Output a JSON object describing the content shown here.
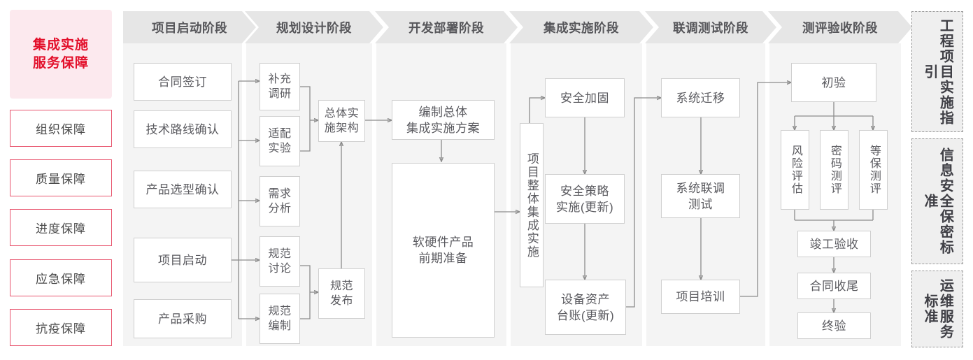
{
  "left_rail": {
    "title_lines": [
      "集成实施",
      "服务保障"
    ],
    "title_color": "#e3102b",
    "title_bg": "#fce9ee",
    "items": [
      {
        "label": "组织保障"
      },
      {
        "label": "质量保障"
      },
      {
        "label": "进度保障"
      },
      {
        "label": "应急保障"
      },
      {
        "label": "抗疫保障"
      }
    ]
  },
  "phases": [
    {
      "id": "p1",
      "header": "项目启动阶段"
    },
    {
      "id": "p2",
      "header": "规划设计阶段"
    },
    {
      "id": "p3",
      "header": "开发部署阶段"
    },
    {
      "id": "p4",
      "header": "集成实施阶段"
    },
    {
      "id": "p5",
      "header": "联调测试阶段"
    },
    {
      "id": "p6",
      "header": "测评验收阶段"
    }
  ],
  "nodes": {
    "n_contract": "合同签订",
    "n_techroute": "技术路线确认",
    "n_product_sel": "产品选型确认",
    "n_kickoff": "项目启动",
    "n_procure": "产品采购",
    "n_survey": "补充\n调研",
    "n_adapt": "适配\n实验",
    "n_require": "需求\n分析",
    "n_spec_disc": "规范\n讨论",
    "n_spec_draft": "规范\n编制",
    "n_arch": "总体实\n施架构",
    "n_spec_pub": "规范\n发布",
    "n_plan_doc": "编制总体\n集成实施方案",
    "n_hw_prep": "软硬件产品\n前期准备",
    "n_overall_impl": "项目整体集成实施",
    "n_sec_harden": "安全加固",
    "n_sec_policy": "安全策略\n实施(更新)",
    "n_asset_ledger": "设备资产\n台账(更新)",
    "n_sys_migrate": "系统迁移",
    "n_sys_joint": "系统联调\n测试",
    "n_training": "项目培训",
    "n_first_accept": "初验",
    "n_risk_eval": "风险评估",
    "n_crypto_eval": "密码测评",
    "n_grade_eval": "等保测评",
    "n_completion": "竣工验收",
    "n_contract_end": "合同收尾",
    "n_final_accept": "终验"
  },
  "right_rail": {
    "standards": [
      {
        "label": "工程项目实施指引"
      },
      {
        "label": "信息安全保密标准"
      },
      {
        "label": "运维服务标准"
      }
    ]
  },
  "colors": {
    "accent_red": "#e3102b",
    "rail_border": "#e8566f",
    "header_gray": "#e6e6e6",
    "column_bg": "#f4f4f4",
    "node_border": "#cfcfcf",
    "text_gray": "#5a5a5f",
    "wire": "#8c8c8c"
  }
}
